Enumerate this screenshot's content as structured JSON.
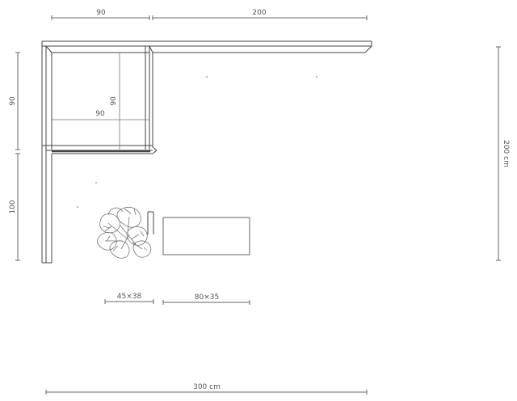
{
  "dimensions": {
    "top_left_width": "90",
    "top_right_width": "200",
    "left_upper_height": "90",
    "left_lower_height": "100",
    "inner_width": "90",
    "inner_height": "90",
    "right_height": "200 cm",
    "pot_size": "45×38",
    "table_size": "80×35",
    "total_width": "300 cm"
  },
  "colors": {
    "line": "#666666",
    "text": "#555555",
    "background": "#ffffff"
  },
  "icons": [
    "plant-icon"
  ]
}
